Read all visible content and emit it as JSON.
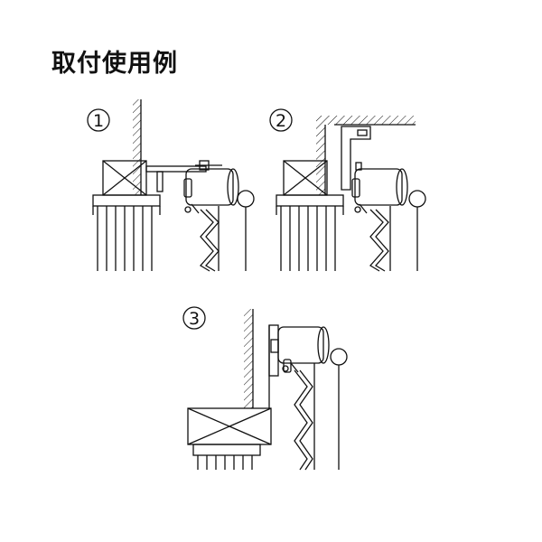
{
  "title": "取付使用例",
  "figures": [
    {
      "number": "1"
    },
    {
      "number": "2"
    },
    {
      "number": "3"
    }
  ],
  "colors": {
    "line": "#111111",
    "background": "#ffffff"
  }
}
